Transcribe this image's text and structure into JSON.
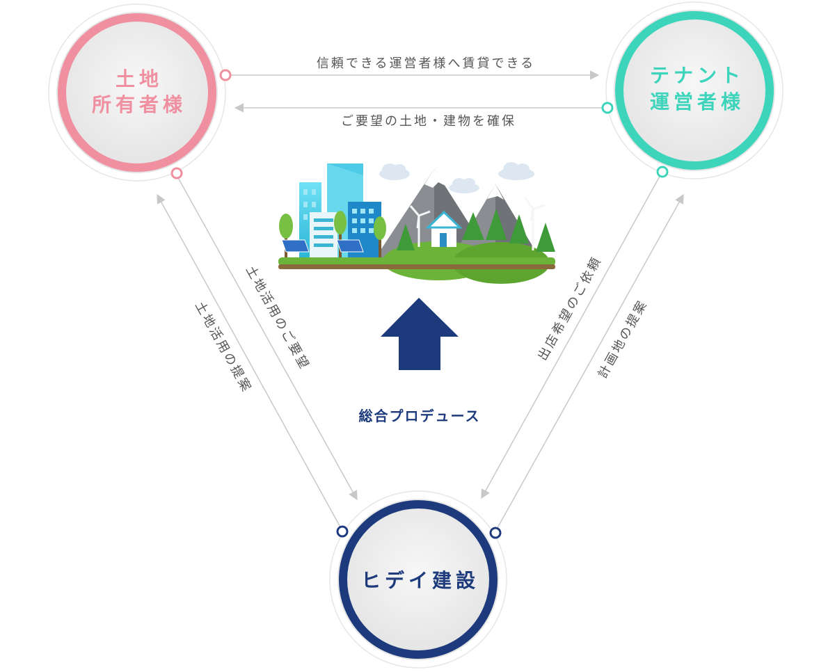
{
  "colors": {
    "owner": "#ef8fa0",
    "tenant": "#3dd4bc",
    "hidei": "#1d3a7c",
    "line": "#c8c8c8",
    "label": "#555555"
  },
  "nodes": {
    "owner": {
      "line1": "土地",
      "line2": "所有者様"
    },
    "tenant": {
      "line1": "テナント",
      "line2": "運営者様"
    },
    "hidei": {
      "label": "ヒデイ建設"
    }
  },
  "edges": {
    "owner_to_tenant": "信頼できる運営者様へ賃貸できる",
    "tenant_to_owner": "ご要望の土地・建物を確保",
    "hidei_to_owner": "土地活用の提案",
    "owner_to_hidei": "土地活用のご要望",
    "tenant_to_hidei": "出店希望のご依頼",
    "hidei_to_tenant": "計画地の提案"
  },
  "center": {
    "illustration_icon": "city-nature-icon",
    "arrow_icon": "arrow-up-icon",
    "label": "総合プロデュース"
  }
}
